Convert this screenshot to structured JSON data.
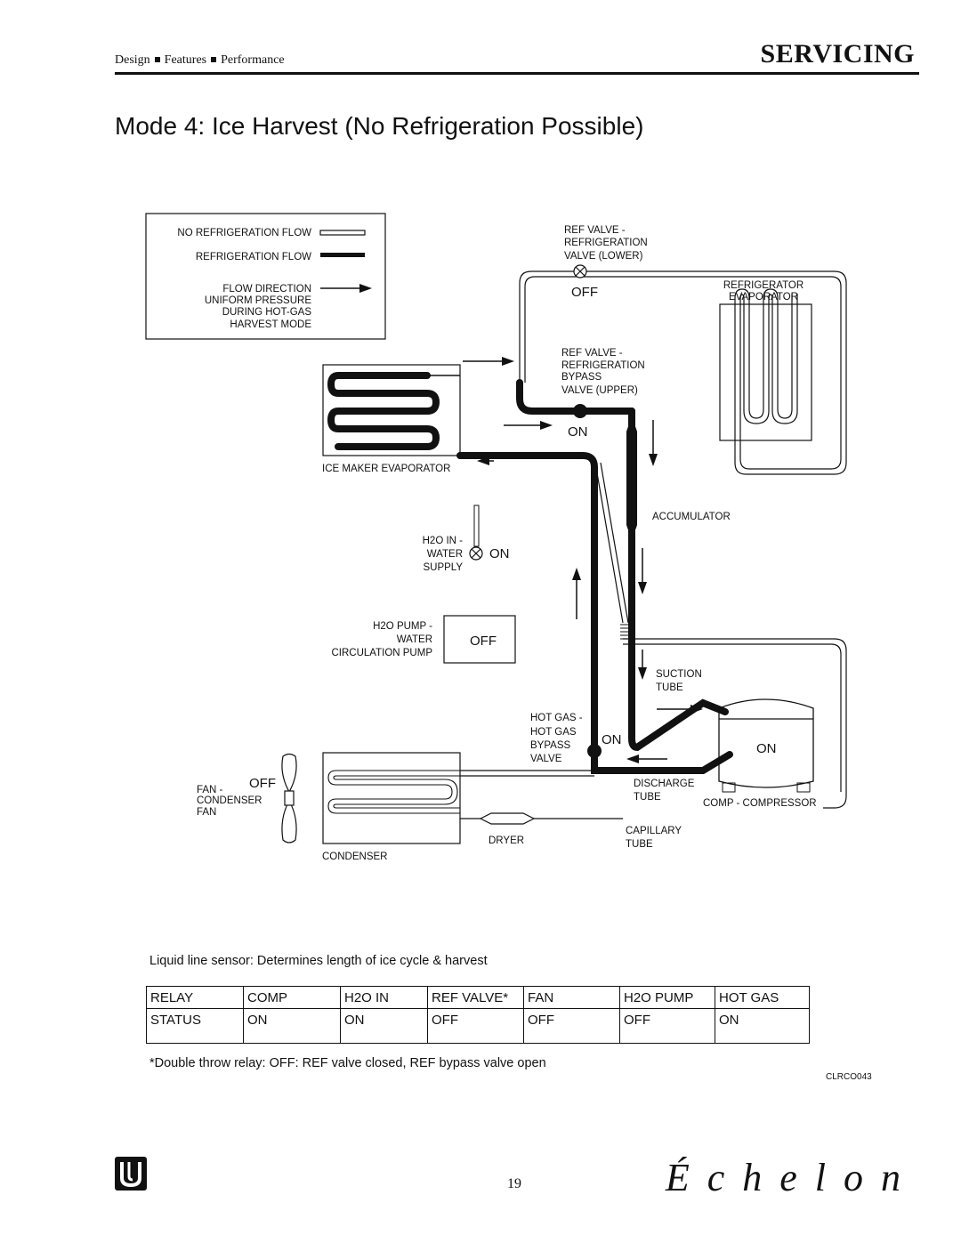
{
  "header": {
    "tagline_items": [
      "Design",
      "Features",
      "Performance"
    ],
    "section": "SERVICING"
  },
  "page_title": "Mode 4: Ice Harvest (No Refrigeration Possible)",
  "legend": {
    "no_flow": "NO REFRIGERATION FLOW",
    "flow": "REFRIGERATION FLOW",
    "direction_lines": [
      "FLOW DIRECTION",
      "UNIFORM PRESSURE",
      "DURING HOT-GAS",
      "HARVEST MODE"
    ]
  },
  "components": {
    "ref_valve_lower": [
      "REF VALVE -",
      "REFRIGERATION",
      "VALVE (LOWER)"
    ],
    "ref_valve_lower_state": "OFF",
    "refrigerator_evap": [
      "REFRIGERATOR",
      "EVAPORATOR"
    ],
    "ref_valve_bypass": [
      "REF VALVE -",
      "REFRIGERATION",
      "BYPASS",
      "VALVE (UPPER)"
    ],
    "ref_valve_bypass_state": "ON",
    "ice_maker_evap": "ICE MAKER EVAPORATOR",
    "accumulator": "ACCUMULATOR",
    "water_supply": [
      "H2O IN -",
      "WATER",
      "SUPPLY"
    ],
    "water_supply_state": "ON",
    "pump": [
      "H2O PUMP -",
      "WATER",
      "CIRCULATION PUMP"
    ],
    "pump_state": "OFF",
    "suction": [
      "SUCTION",
      "TUBE"
    ],
    "hot_gas": [
      "HOT GAS -",
      "HOT GAS",
      "BYPASS",
      "VALVE"
    ],
    "hot_gas_state": "ON",
    "compressor_state": "ON",
    "discharge": [
      "DISCHARGE",
      "TUBE"
    ],
    "compressor": "COMP - COMPRESSOR",
    "fan": [
      "FAN -",
      "CONDENSER",
      "FAN"
    ],
    "fan_state": "OFF",
    "capillary": [
      "CAPILLARY",
      "TUBE"
    ],
    "dryer": "DRYER",
    "condenser": "CONDENSER"
  },
  "notes": {
    "liquid_line": "Liquid line sensor: Determines length of ice cycle & harvest",
    "footnote": "*Double throw relay: OFF: REF valve closed, REF bypass valve open",
    "figure_code": "CLRCO043"
  },
  "status_table": {
    "header": [
      "RELAY",
      "COMP",
      "H2O IN",
      "REF VALVE*",
      "FAN",
      "H2O PUMP",
      "HOT GAS"
    ],
    "row": [
      "STATUS",
      "ON",
      "ON",
      "OFF",
      "OFF",
      "OFF",
      "ON"
    ]
  },
  "footer": {
    "page_number": "19",
    "brand": "Échelon"
  }
}
